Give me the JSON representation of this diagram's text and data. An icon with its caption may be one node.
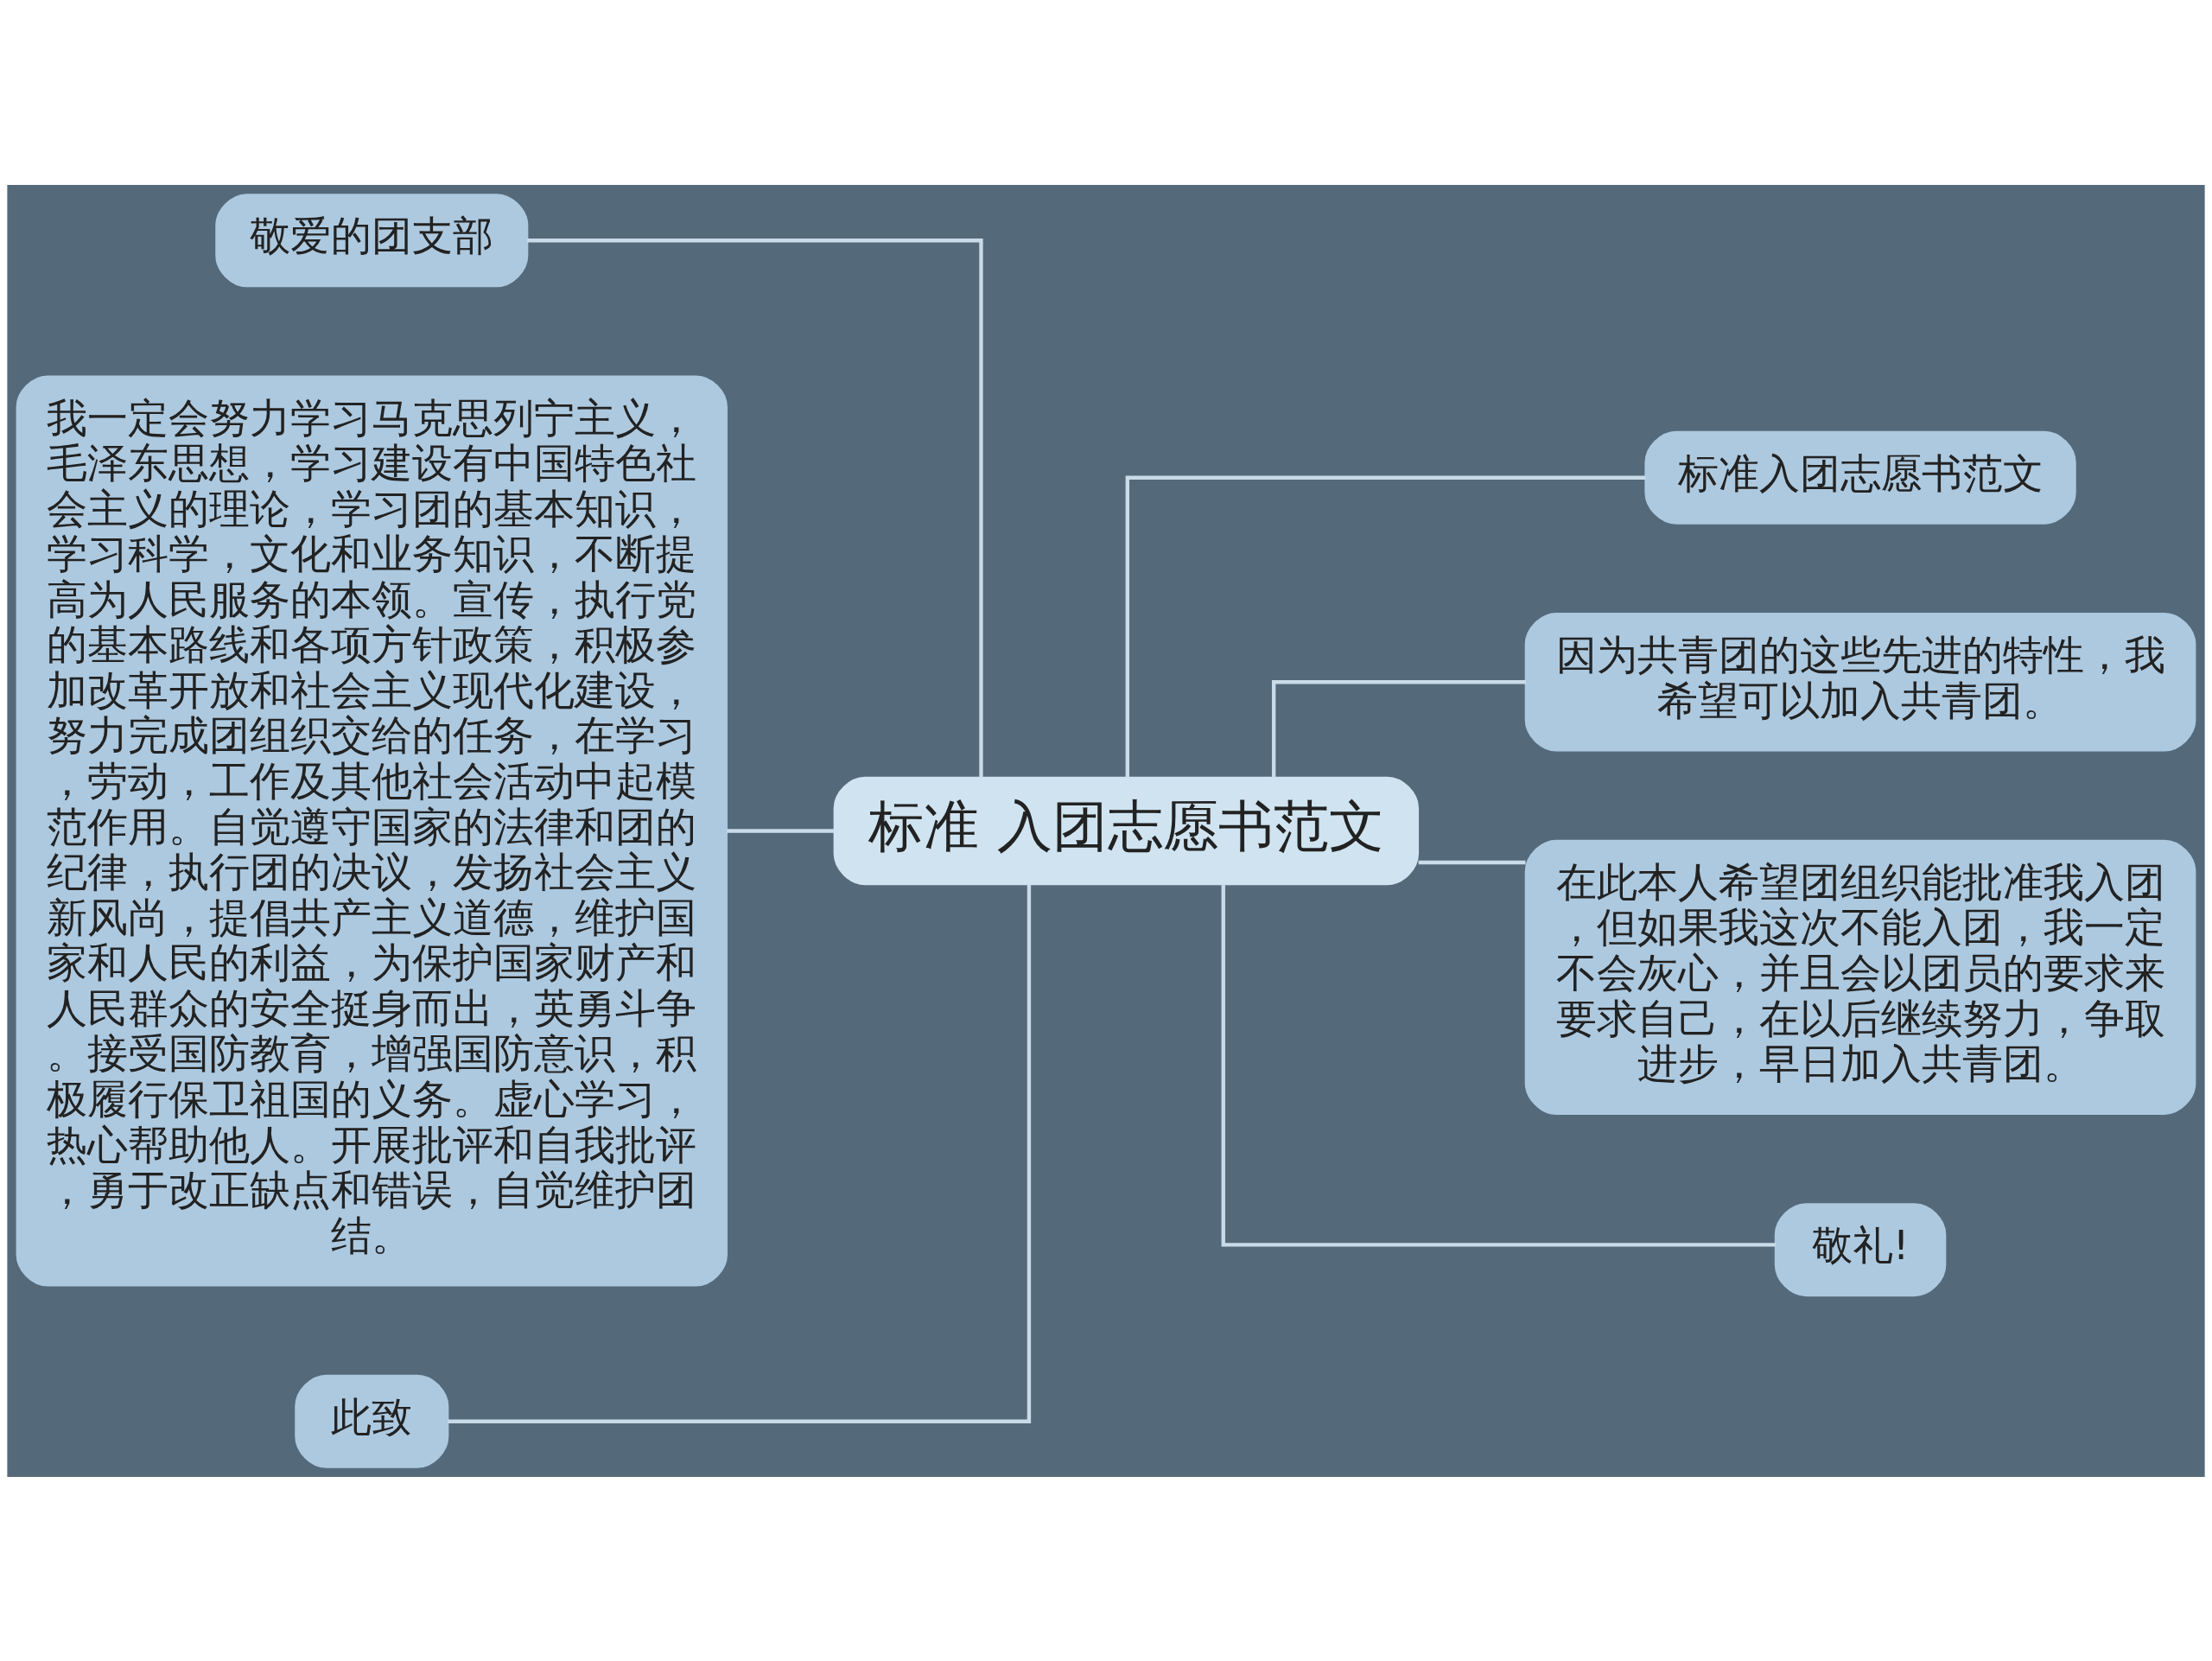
{
  "diagram": {
    "nodes": [
      {
        "text": [
          "标准 入团志愿书范文"
        ]
      },
      {
        "text": [
          "敬爱的团支部"
        ]
      },
      {
        "text": [
          "我一定会努力学习马克思列宁主义，毛泽东思想，学习建设有中国特色社会主义的理论，学习团的基本知识，学习科学，文化和业务知识，不断提高为人民服务的本领。宣传，执行党的基本路线和各项方针政策，积极参加改革开放和社会主义现代化建设，努力完成团组织交给的任务，在学习，劳动，工作及其他社会活动中起模范作用。自觉遵守国家的法律和团的纪律，执行团的决议，发扬社会主义新风尚，提倡共产主义道德，维护国家和人民的利益，为保护国家财产和人民群众的安全挺身而出，英勇斗争。接受国防教育，增强国防意识，积极履行保卫祖国的义务。虚心学习，热心帮助他人。开展批评和自我批评，勇于改正缺点和错误，自觉维护团结。"
        ]
      },
      {
        "text": [
          "此致"
        ]
      },
      {
        "text": [
          "标准入团志愿书范文"
        ]
      },
      {
        "text": [
          "因为共青团的这些先进的特性，我希望可以加入共青团。"
        ]
      },
      {
        "text": [
          "在此本人希望团组织能批准我入团，但如果我这次不能入团，我一定不会灰心，并且会以团员的要求来要求自己，在以后继续努力，争取进步，早日加入共青团。"
        ]
      },
      {
        "text": [
          "敬礼!"
        ]
      }
    ],
    "edges": [
      {
        "from": 0,
        "to": 1,
        "arrow": "none"
      },
      {
        "from": 0,
        "to": 2,
        "arrow": "none"
      },
      {
        "from": 0,
        "to": 3,
        "arrow": "none"
      },
      {
        "from": 0,
        "to": 4,
        "arrow": "none"
      },
      {
        "from": 0,
        "to": 5,
        "arrow": "none"
      },
      {
        "from": 0,
        "to": 6,
        "arrow": "none"
      },
      {
        "from": 0,
        "to": 7,
        "arrow": "none"
      }
    ]
  }
}
